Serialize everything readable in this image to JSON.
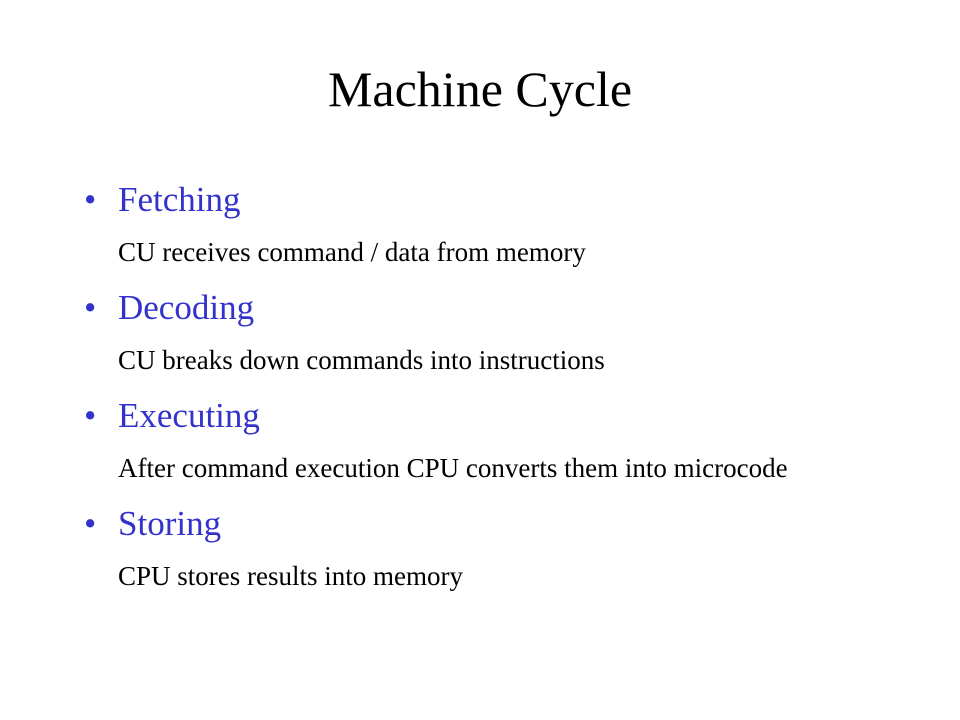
{
  "slide": {
    "title": "Machine Cycle",
    "bullet_glyph": "•",
    "items": [
      {
        "heading": "Fetching",
        "description": "CU receives command / data from memory"
      },
      {
        "heading": "Decoding",
        "description": "CU breaks down commands into instructions"
      },
      {
        "heading": "Executing",
        "description": "After command execution CPU converts them into microcode"
      },
      {
        "heading": "Storing",
        "description": "CPU stores results into memory"
      }
    ]
  },
  "colors": {
    "heading": "#3333cc",
    "body_text": "#000000",
    "background": "#ffffff"
  }
}
